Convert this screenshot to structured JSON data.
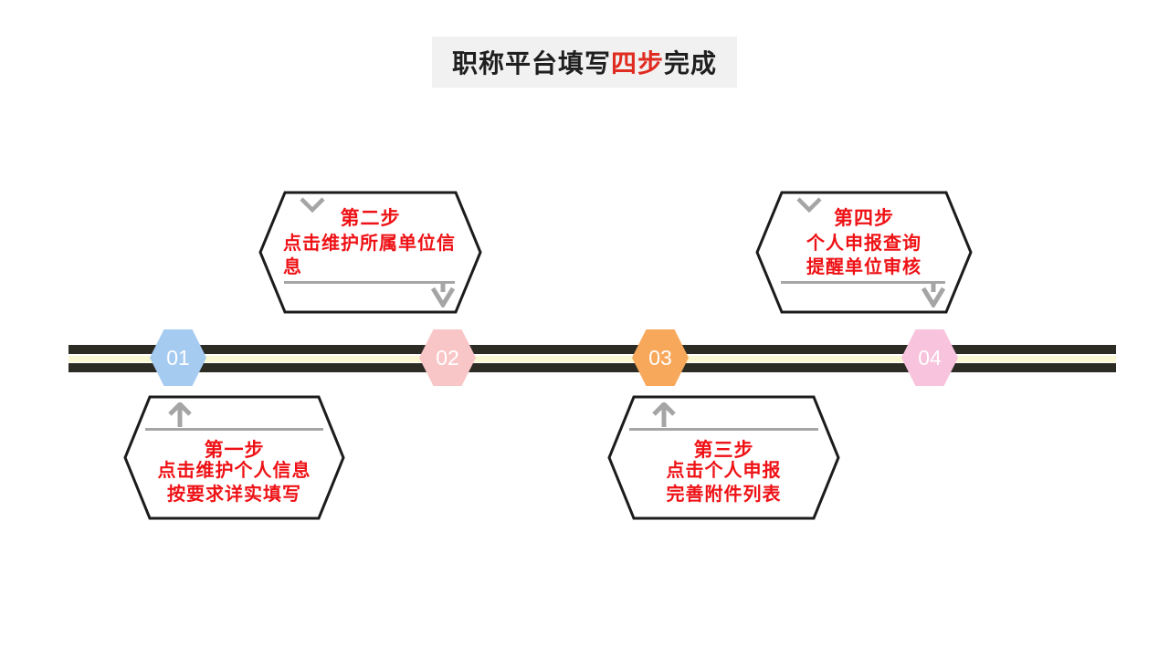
{
  "title": {
    "prefix": "职称平台填写",
    "highlight": "四步",
    "suffix": "完成"
  },
  "timeline": {
    "badges": [
      {
        "number": "01",
        "color": "#a6cbf1"
      },
      {
        "number": "02",
        "color": "#f9c6c8"
      },
      {
        "number": "03",
        "color": "#f8a85b"
      },
      {
        "number": "04",
        "color": "#f8c3dd"
      }
    ],
    "stripe_dark_color": "#2c2c25",
    "stripe_light_color": "#faf8d3"
  },
  "callouts": [
    {
      "title": "第一步",
      "lines": [
        "点击维护个人信息",
        "按要求详实填写"
      ],
      "position": "below-line",
      "icon": "up-arrow-icon"
    },
    {
      "title": "第二步",
      "lines": [
        "点击维护所属单位信息"
      ],
      "position": "above-line",
      "icon": "chevron-down-icon"
    },
    {
      "title": "第三步",
      "lines": [
        "点击个人申报",
        "完善附件列表"
      ],
      "position": "below-line",
      "icon": "up-arrow-icon"
    },
    {
      "title": "第四步",
      "lines": [
        "个人申报查询",
        "提醒单位审核"
      ],
      "position": "above-line",
      "icon": "chevron-down-icon"
    }
  ],
  "colors": {
    "title_highlight_red": "#e02b20",
    "callout_text_red": "#ee1216",
    "icon_gray": "#a5a5a5",
    "outline_black": "#1c1c1c",
    "title_background": "#f1f1f1"
  }
}
